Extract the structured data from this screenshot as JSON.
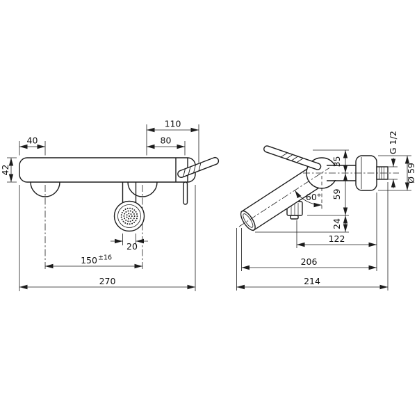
{
  "dims": {
    "front": {
      "top_span": "110",
      "top_span_partial": "80",
      "left_offset": "40",
      "body_height": "42",
      "outlet_width": "20",
      "hole_spacing": "150",
      "hole_spacing_tolerance": "±16",
      "overall_width": "270"
    },
    "side": {
      "thread": "G 1/2",
      "escutcheon_diameter": "Ø 59",
      "height_above_axis": "35",
      "height_below_axis": "59",
      "outlet_height": "24",
      "spout_angle": "60°",
      "outlet_to_wall": "122",
      "spout_reach": "206",
      "overall_depth": "214"
    }
  }
}
